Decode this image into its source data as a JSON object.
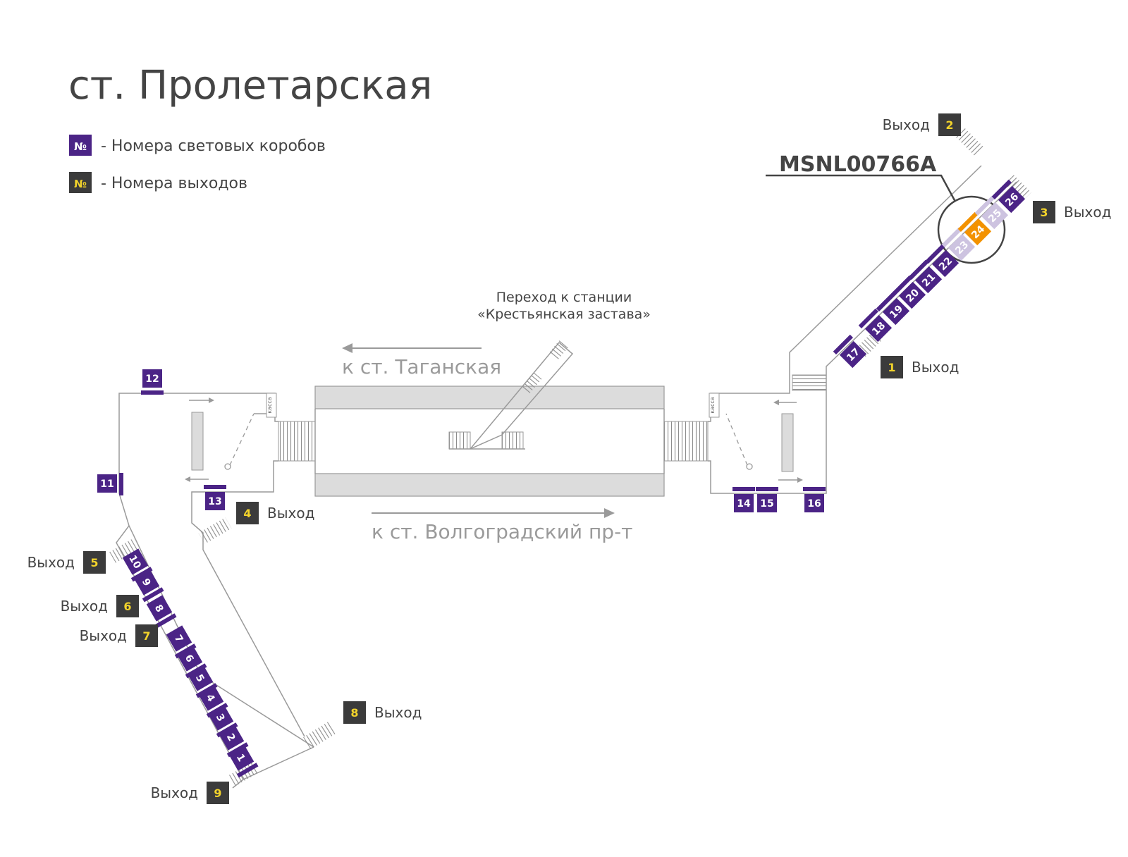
{
  "title": "ст. Пролетарская",
  "legend": [
    {
      "badge": "№",
      "text": "- Номера световых коробов",
      "color": "#4b2486",
      "badge_text_color": "#ffffff"
    },
    {
      "badge": "№",
      "text": "- Номера выходов",
      "color": "#3b3b3b",
      "badge_text_color": "#f2d32b"
    }
  ],
  "highlight_code": "MSNL00766A",
  "transfer_label": [
    "Переход к станции",
    "«Крестьянская застава»"
  ],
  "direction_taganskaya": "к ст. Таганская",
  "direction_volgogradsky": "к ст. Волгоградский пр-т",
  "kassa": "касса",
  "exit_word": "Выход",
  "exits": [
    "1",
    "2",
    "3",
    "4",
    "5",
    "6",
    "7",
    "8",
    "9"
  ],
  "lightboxes": [
    "1",
    "2",
    "3",
    "4",
    "5",
    "6",
    "7",
    "8",
    "9",
    "10",
    "11",
    "12",
    "13",
    "14",
    "15",
    "16",
    "17",
    "18",
    "19",
    "20",
    "21",
    "22",
    "23",
    "24",
    "25",
    "26"
  ],
  "highlighted_lightbox": "24",
  "dimmed_lightboxes": [
    "23",
    "25"
  ],
  "colors": {
    "purple": "#4b2486",
    "exit_dark": "#3b3b3b",
    "exit_text": "#f2d32b",
    "highlight": "#f39200",
    "dimmed": "#cdc3e0",
    "lines": "#9a9a9a",
    "platform": "#dcdcdc"
  }
}
